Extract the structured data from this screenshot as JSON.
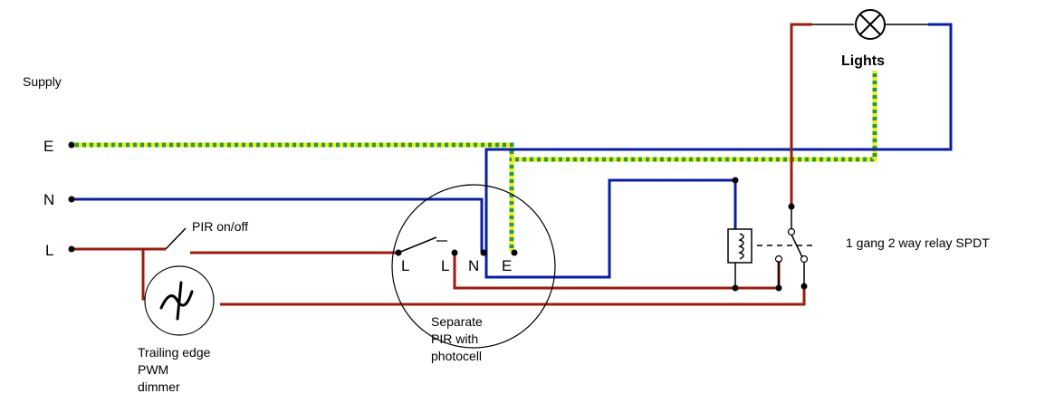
{
  "labels": {
    "supply": "Supply",
    "earth": "E",
    "neutral": "N",
    "line": "L",
    "pir_switch": "PIR on/off",
    "lights": "Lights",
    "relay": "1 gang 2 way relay SPDT",
    "dimmer_line1": "Trailing edge",
    "dimmer_line2": "PWM",
    "dimmer_line3": "dimmer",
    "pir_line1": "Separate",
    "pir_line2": "PIR with",
    "pir_line3": "photocell",
    "term_l": "L",
    "term_lout": "L",
    "term_n": "N",
    "term_e": "E"
  },
  "colors": {
    "live": "#9b1c0e",
    "neutral": "#0a1fa0",
    "earth_green": "#2e9a3a",
    "earth_yellow": "#e8ee1a",
    "ink": "#000000"
  }
}
